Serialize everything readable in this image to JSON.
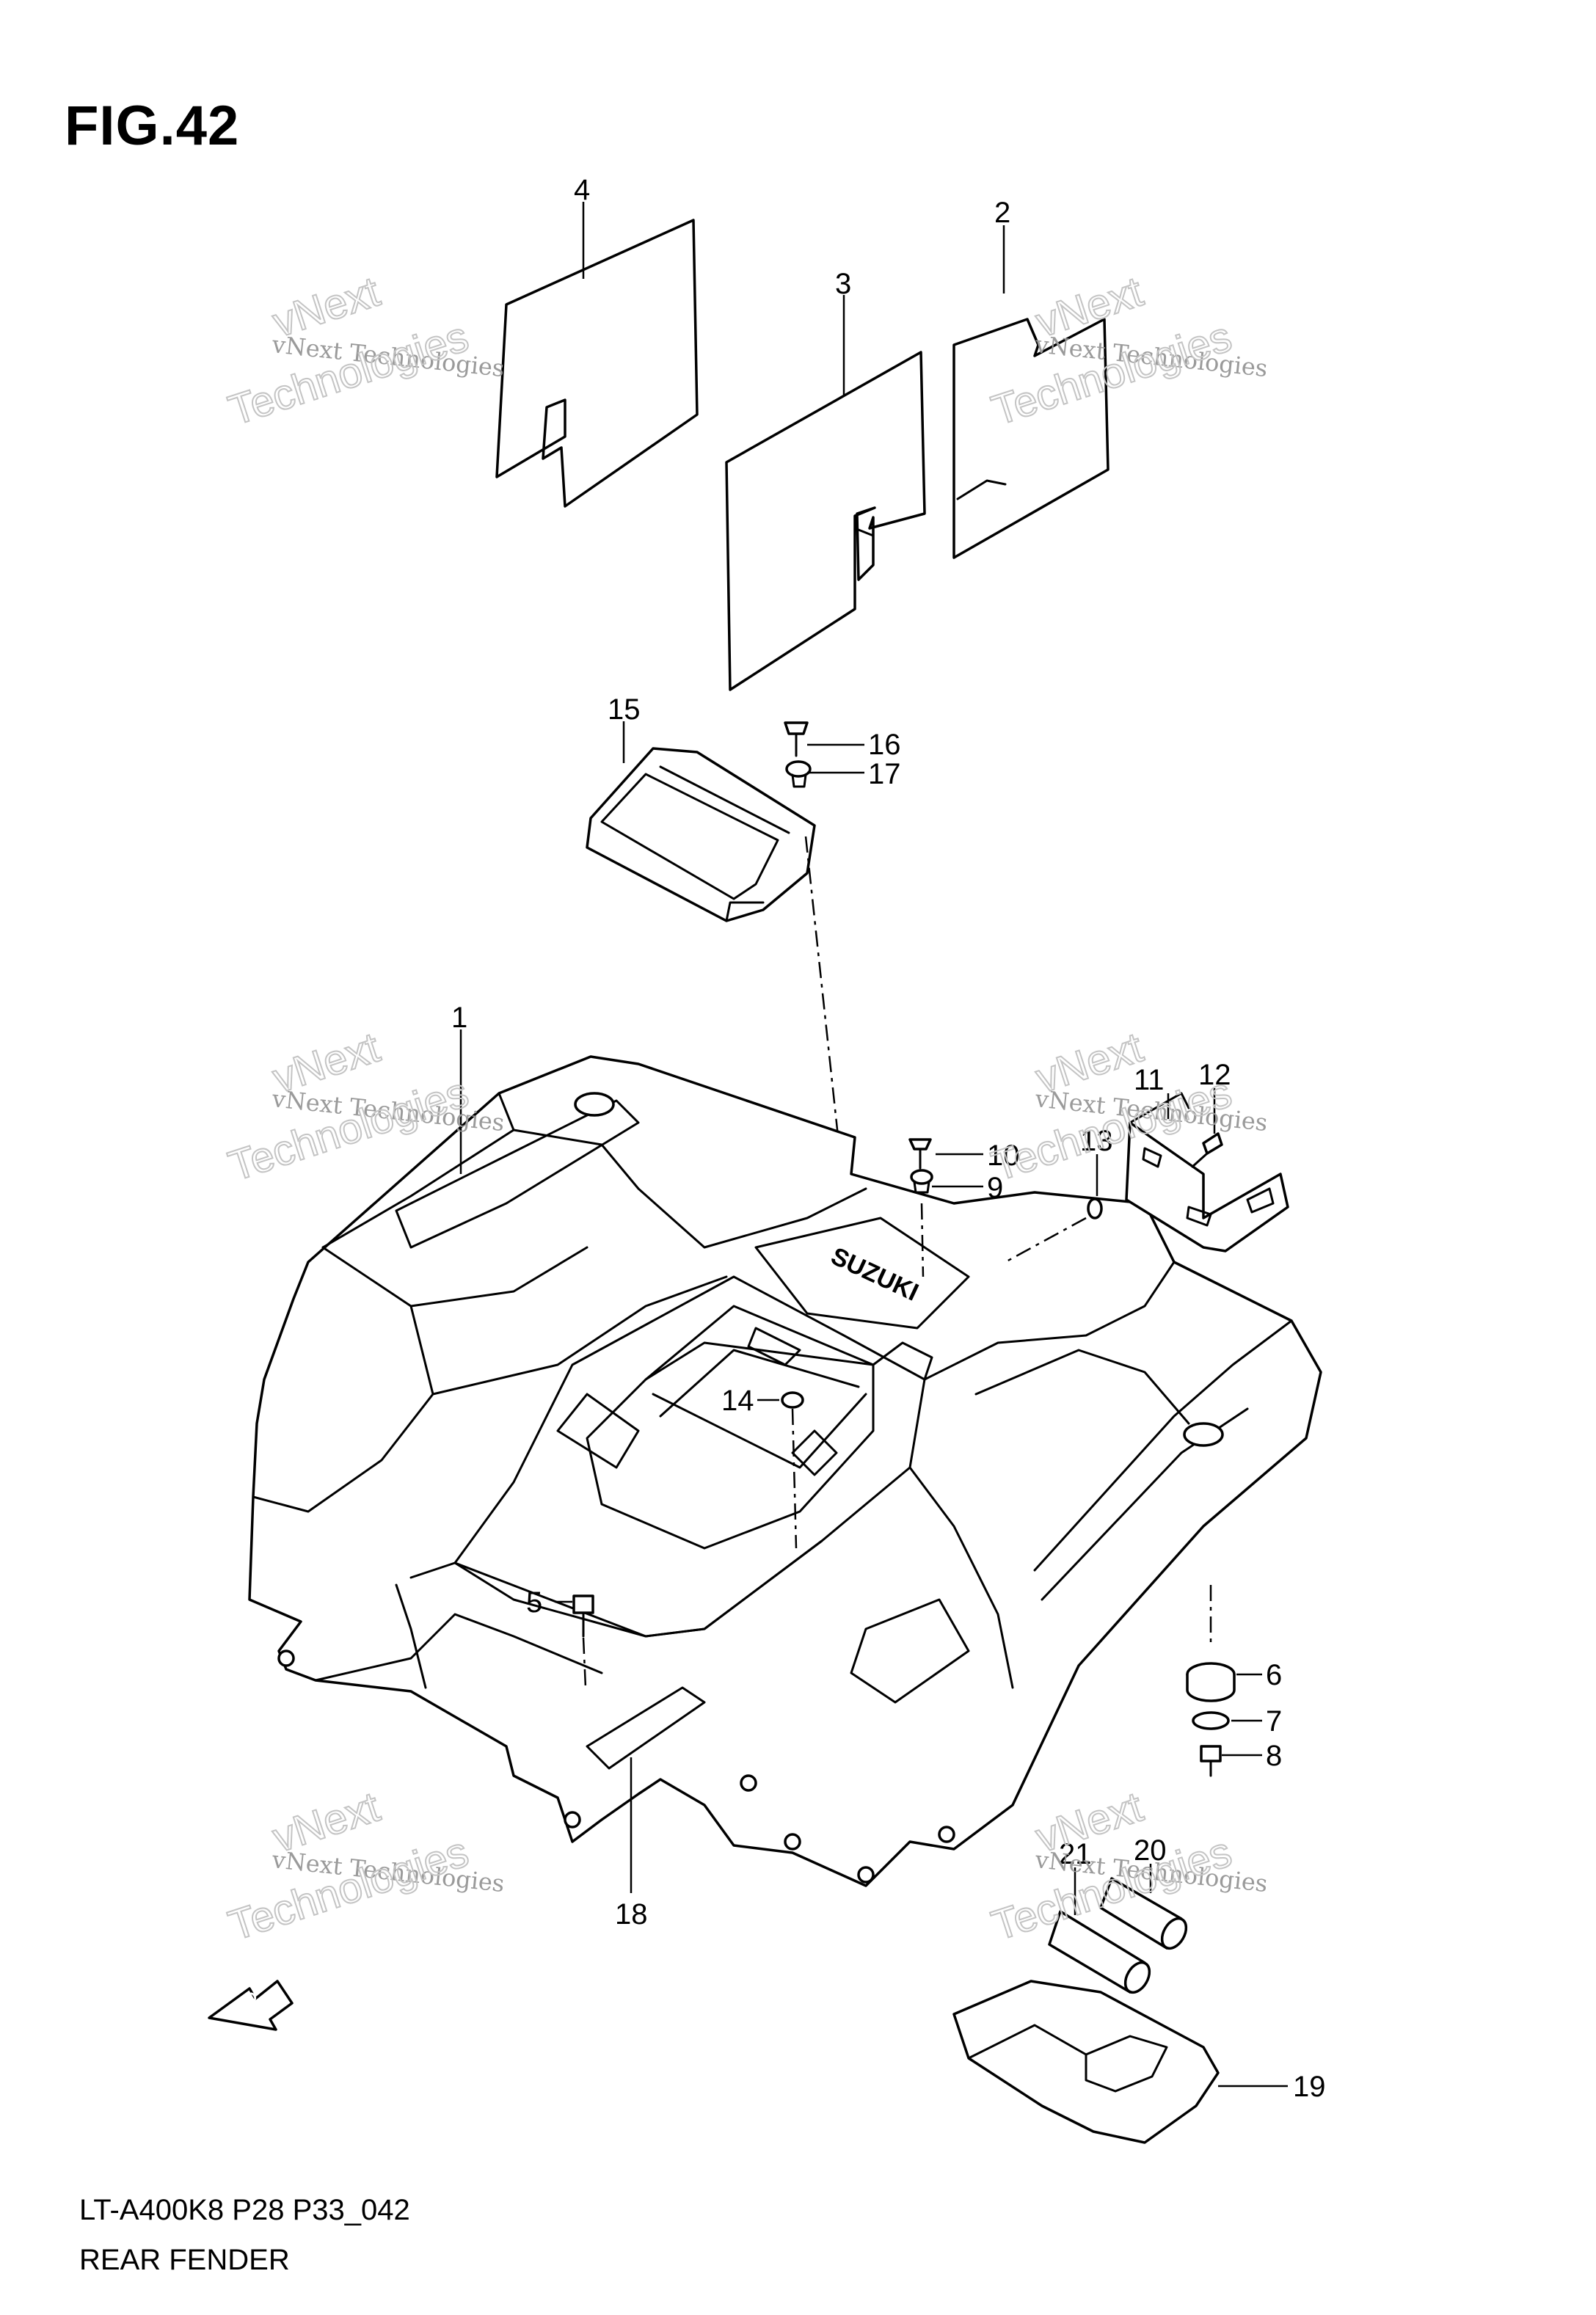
{
  "figure": {
    "title": "FIG.42",
    "model_code": "LT-A400K8 P28 P33_042",
    "name": "REAR FENDER",
    "fender_logo": "SUZUKI",
    "fwd_label": "FWD"
  },
  "watermark": {
    "line1": "vNext Technologies",
    "line2": "vNext",
    "line3": "Technologies"
  },
  "callouts": [
    "1",
    "2",
    "3",
    "4",
    "5",
    "6",
    "7",
    "8",
    "9",
    "10",
    "11",
    "12",
    "13",
    "14",
    "15",
    "16",
    "17",
    "18",
    "19",
    "20",
    "21"
  ]
}
